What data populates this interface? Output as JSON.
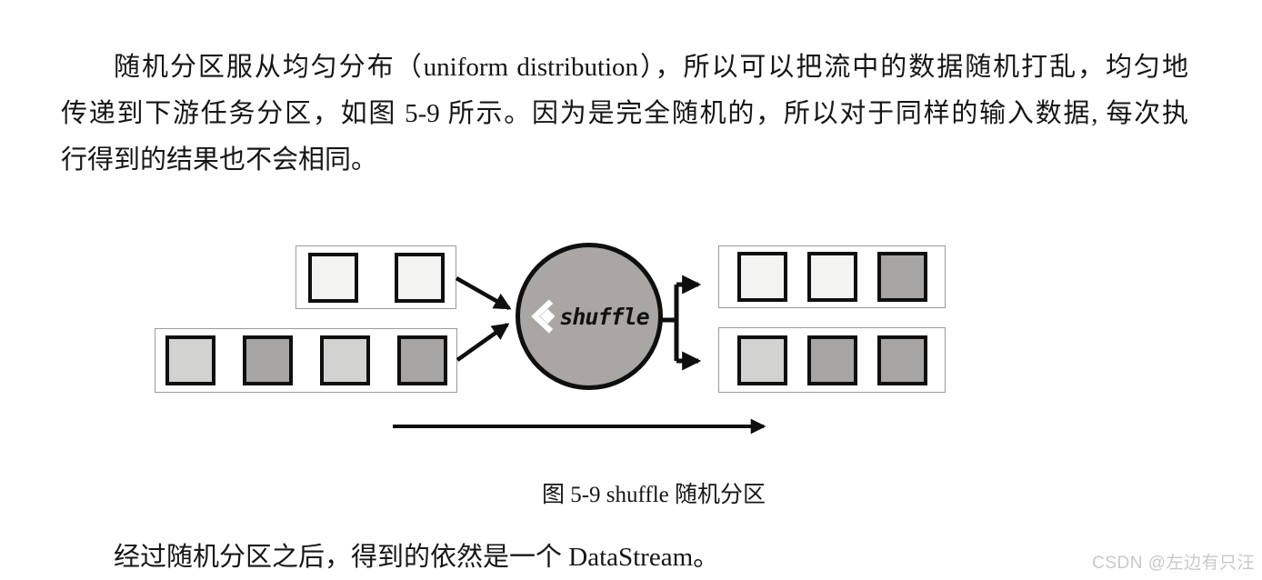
{
  "paragraph_top": {
    "lines": [
      "随机分区服从均匀分布（uniform distribution），所以可以把流中的数据随机打乱，均匀地",
      "传递到下游任务分区，如图 5-9 所示。因为是完全随机的，所以对于同样的输入数据, 每次执",
      "行得到的结果也不会相同。"
    ]
  },
  "figure": {
    "caption": "图 5-9 shuffle 随机分区",
    "node_label": "shuffle",
    "shades": {
      "lightest": "#f3f3f2",
      "light": "#d2d2d1",
      "medium": "#a6a5a3",
      "node": "#a9a6a3"
    },
    "rows": {
      "input_top": [
        "lightest",
        "lightest"
      ],
      "input_bottom": [
        "light",
        "medium",
        "light",
        "medium"
      ],
      "output_top": [
        "lightest",
        "lightest",
        "medium"
      ],
      "output_bottom": [
        "light",
        "medium",
        "medium"
      ]
    }
  },
  "paragraph_bottom": {
    "text": "经过随机分区之后，得到的依然是一个 DataStream。"
  },
  "watermark": {
    "text": "CSDN @左边有只汪",
    "color": "#c9c9c9"
  }
}
